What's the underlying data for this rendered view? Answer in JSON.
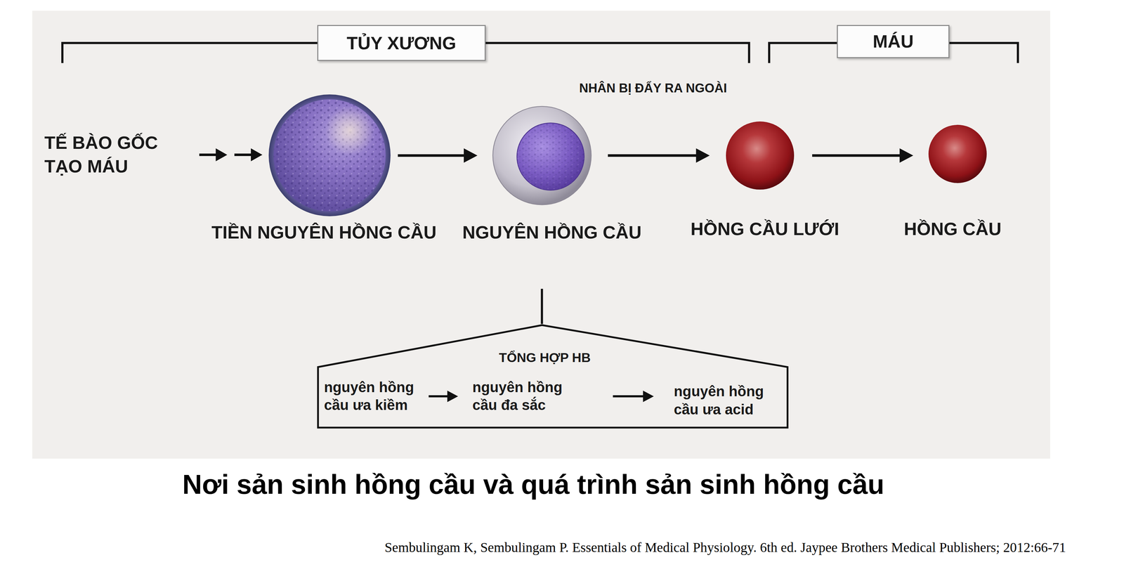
{
  "diagram": {
    "title": "Nơi sản sinh hồng cầu và quá trình sản sinh hồng cầu",
    "nodes": [
      {
        "text": [
          "TỦY XƯƠNG"
        ]
      },
      {
        "text": [
          "MÁU"
        ]
      },
      {
        "text": [
          "TẾ BÀO GỐC TẠO MÁU"
        ]
      },
      {
        "text": [
          "TIỀN NGUYÊN HỒNG CẦU"
        ]
      },
      {
        "text": [
          "NGUYÊN HỒNG CẦU"
        ]
      },
      {
        "text": [
          "HỒNG CẦU LƯỚI"
        ]
      },
      {
        "text": [
          "HỒNG CẦU"
        ]
      },
      {
        "text": [
          "TỔNG HỢP HB"
        ]
      },
      {
        "text": [
          "nguyên hồng cầu ưa kiềm"
        ],
        "in": 7
      },
      {
        "text": [
          "nguyên hồng cầu đa sắc"
        ],
        "in": 7
      },
      {
        "text": [
          "nguyên hồng cầu ưa acid"
        ],
        "in": 7
      }
    ],
    "edges": [
      {
        "from": 2,
        "to": 3,
        "arrow": "to"
      },
      {
        "from": 3,
        "to": 4,
        "arrow": "to"
      },
      {
        "from": 4,
        "to": 5,
        "arrow": "to"
      },
      {
        "from": 5,
        "to": 6,
        "arrow": "to"
      },
      {
        "from": 4,
        "to": 7,
        "arrow": "none"
      },
      {
        "from": 8,
        "to": 9,
        "arrow": "to"
      },
      {
        "from": 9,
        "to": 10,
        "arrow": "to"
      }
    ],
    "labels": [
      "NHÂN BỊ ĐẨY RA NGOÀI",
      "Sembulingam K, Sembulingam P. Essentials of Medical Physiology. 6th ed. Jaypee Brothers Medical Publishers; 2012:66-71"
    ]
  }
}
